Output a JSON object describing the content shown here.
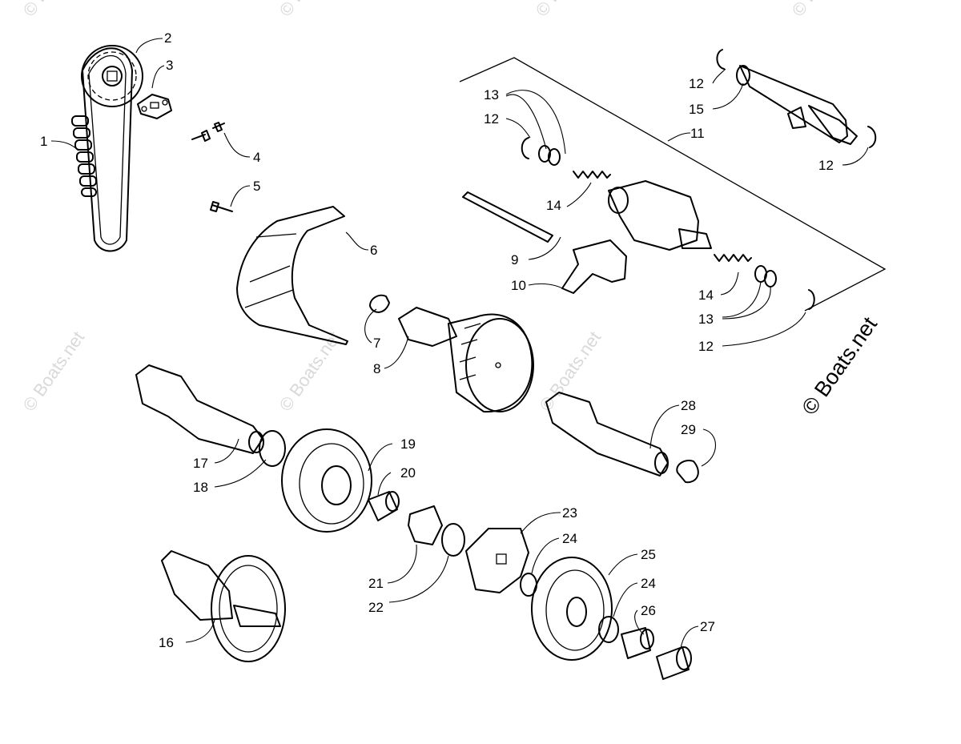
{
  "watermark": {
    "main": "© Boats.net",
    "faint": "© Boats.net"
  },
  "labels": {
    "p1": "1",
    "p2": "2",
    "p3": "3",
    "p4": "4",
    "p5": "5",
    "p6": "6",
    "p7": "7",
    "p8": "8",
    "p9": "9",
    "p10": "10",
    "p11": "11",
    "p12a": "12",
    "p12b": "12",
    "p12c": "12",
    "p12d": "12",
    "p13a": "13",
    "p13b": "13",
    "p14a": "14",
    "p14b": "14",
    "p15": "15",
    "p16": "16",
    "p17": "17",
    "p18": "18",
    "p19": "19",
    "p20": "20",
    "p21": "21",
    "p22": "22",
    "p23": "23",
    "p24a": "24",
    "p24b": "24",
    "p25": "25",
    "p26": "26",
    "p27": "27",
    "p28": "28",
    "p29": "29"
  }
}
